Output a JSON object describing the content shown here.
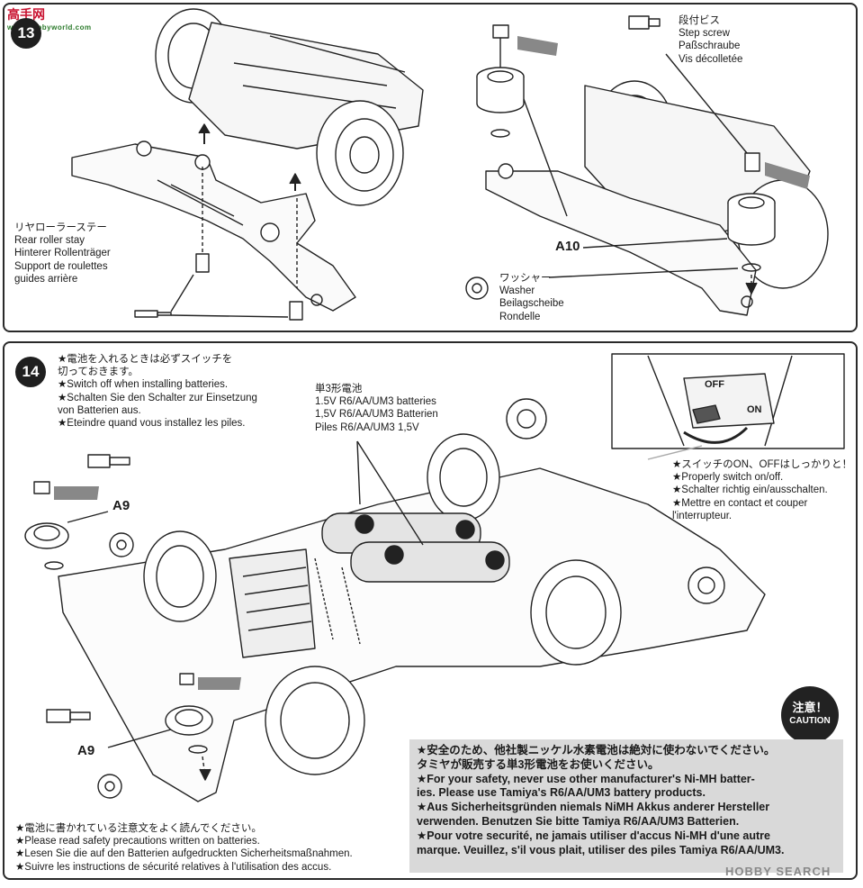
{
  "watermark_top": {
    "name": "高手网",
    "sub": "www.hobbyworld.com"
  },
  "watermark_bottom": "HOBBY SEARCH",
  "step13": {
    "number": "13",
    "step_screw": [
      "段付ビス",
      "Step screw",
      "Paßschraube",
      "Vis décolletée"
    ],
    "rear_roller_stay": [
      "リヤローラーステー",
      "Rear roller stay",
      "Hinterer Rollenträger",
      "Support de roulettes",
      "guides arrière"
    ],
    "washer": [
      "ワッシャー",
      "Washer",
      "Beilagscheibe",
      "Rondelle"
    ],
    "part_label": "A10"
  },
  "step14": {
    "number": "14",
    "switch_note": [
      "★電池を入れるときは必ずスイッチを",
      "切っておきます。",
      "★Switch off when installing batteries.",
      "★Schalten Sie den Schalter zur Einsetzung",
      "von Batterien aus.",
      "★Eteindre quand vous installez les piles."
    ],
    "batteries": [
      "単3形電池",
      "1.5V R6/AA/UM3 batteries",
      "1,5V R6/AA/UM3 Batterien",
      "Piles R6/AA/UM3 1,5V"
    ],
    "switch_on_off": [
      "★スイッチのON、OFFはしっかりと！",
      "★Properly switch on/off.",
      "★Schalter richtig ein/ausschalten.",
      "★Mettre en contact et couper",
      "l'interrupteur."
    ],
    "switch_off_label": "OFF",
    "switch_on_label": "ON",
    "part_label_upper": "A9",
    "part_label_lower": "A9",
    "precautions": [
      "★電池に書かれている注意文をよく読んでください。",
      "★Please read safety precautions written on batteries.",
      "★Lesen Sie die auf den Batterien aufgedruckten Sicherheitsmaßnahmen.",
      "★Suivre les instructions de sécurité relatives à l'utilisation des accus."
    ],
    "caution_badge": {
      "jp": "注意！",
      "en": "CAUTION"
    },
    "caution_text": [
      "★安全のため、他社製ニッケル水素電池は絶対に使わないでください。",
      "タミヤが販売する単3形電池をお使いください。",
      "★For your safety, never use other manufacturer's Ni-MH batter-",
      "ies. Please use Tamiya's R6/AA/UM3 battery products.",
      "★Aus Sicherheitsgründen niemals NiMH Akkus anderer Hersteller",
      "verwenden. Benutzen Sie bitte Tamiya R6/AA/UM3 Batterien.",
      "★Pour votre securité, ne jamais utiliser d'accus Ni-MH d'une autre",
      "marque. Veuillez, s'il vous plait, utiliser des piles Tamiya R6/AA/UM3."
    ]
  }
}
